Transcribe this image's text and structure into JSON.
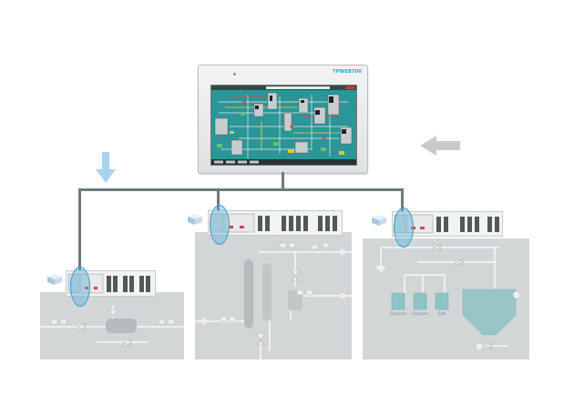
{
  "hmi": {
    "brand_label": "TPWEB700",
    "screen_title_bar": "",
    "accent_color": "#2c9597"
  },
  "colors": {
    "bus_line": "#6f7a7d",
    "panel_bg": "#d3d6d7",
    "pipe": "#a7acae",
    "ring": "#3a9ccc",
    "arrow_blue": "#a9d3f0",
    "arrow_gray": "#c8cbcd",
    "tank_fill": "#8fc3c5"
  },
  "icons": {
    "down_arrow": "down-arrow-icon",
    "left_arrow": "left-arrow-icon",
    "network_cube": "network-cube-icon"
  },
  "process_right": {
    "tanks": [
      {
        "label": "Glycerin"
      },
      {
        "label": "Enzyme"
      },
      {
        "label": "Salt"
      }
    ]
  }
}
